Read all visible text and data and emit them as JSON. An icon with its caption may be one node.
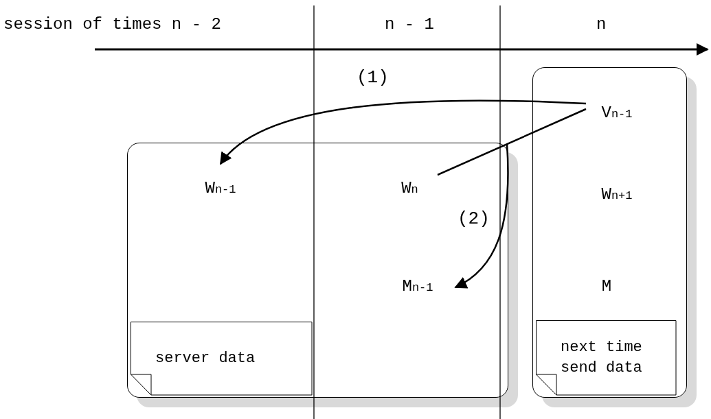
{
  "diagram": {
    "nodes": [
      {
        "text": [],
        "shape": "box"
      },
      {
        "text": [
          "W$_{n-1}$"
        ],
        "in": 0
      },
      {
        "text": [
          "W$_{n}$"
        ],
        "in": 0
      },
      {
        "text": [
          "M$_{n-1}$"
        ],
        "in": 0
      },
      {
        "text": [],
        "shape": "box"
      },
      {
        "text": [
          "V$_{n-1}$"
        ],
        "in": 4
      },
      {
        "text": [
          "W$_{n+1}$"
        ],
        "in": 4
      },
      {
        "text": [
          "M"
        ],
        "in": 4
      },
      {
        "text": [
          "server data"
        ],
        "in": 0
      },
      {
        "text": [
          "next time send data"
        ],
        "in": 4
      }
    ],
    "edges": [
      {
        "from": 5,
        "to": 1,
        "arrow": "to",
        "label": "(1)"
      },
      {
        "from": 2,
        "to": 5,
        "arrow": "none"
      },
      {
        "from": null,
        "to": 3,
        "arrow": "to",
        "label": "(2)"
      }
    ],
    "labels": [
      "session of times n - 2",
      "n - 1",
      "n"
    ]
  }
}
